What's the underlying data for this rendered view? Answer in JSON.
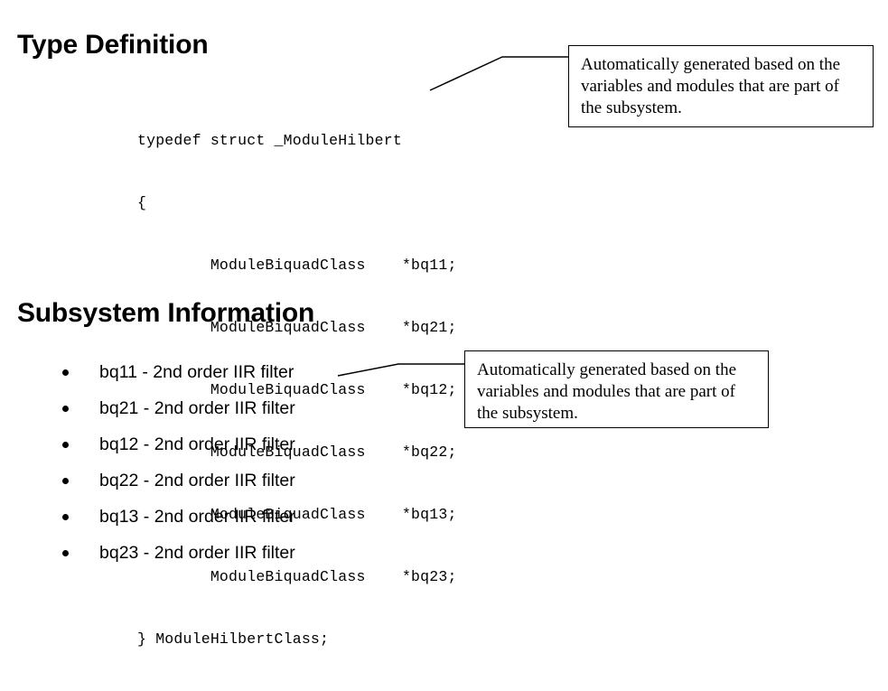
{
  "slide": {
    "background_color": "#ffffff",
    "text_color": "#000000"
  },
  "headings": {
    "type_definition": "Type Definition",
    "subsystem_information": "Subsystem Information"
  },
  "code_block": {
    "language": "c",
    "lines": [
      "typedef struct _ModuleHilbert",
      "{",
      "        ModuleBiquadClass    *bq11;",
      "        ModuleBiquadClass    *bq21;",
      "        ModuleBiquadClass    *bq12;",
      "        ModuleBiquadClass    *bq22;",
      "        ModuleBiquadClass    *bq13;",
      "        ModuleBiquadClass    *bq23;",
      "} ModuleHilbertClass;"
    ]
  },
  "subsystem_information": {
    "bullets": [
      "bq11 - 2nd order IIR filter",
      "bq21 - 2nd order IIR filter",
      "bq12 - 2nd order IIR filter",
      "bq22 - 2nd order IIR filter",
      "bq13 - 2nd order IIR filter",
      "bq23 - 2nd order IIR filter"
    ]
  },
  "callouts": {
    "type_definition": {
      "text": "Automatically generated based on the variables and modules that are part of the subsystem.",
      "border_color": "#000000",
      "background_color": "#ffffff"
    },
    "subsystem_information": {
      "text": "Automatically generated based on the variables and modules that are part of the subsystem.",
      "border_color": "#000000",
      "background_color": "#ffffff"
    }
  }
}
